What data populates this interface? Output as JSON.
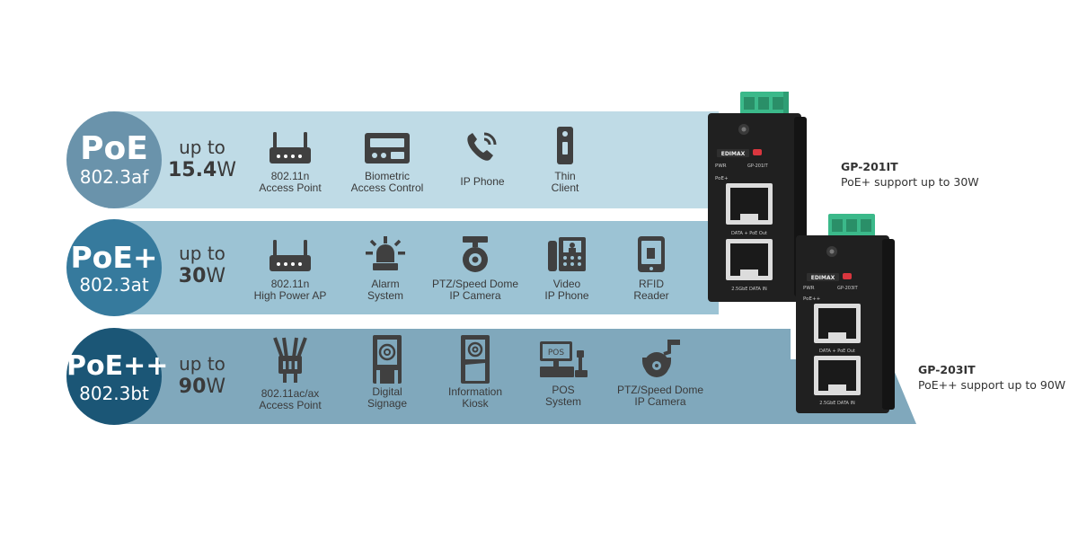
{
  "rows": [
    {
      "standard": "PoE",
      "spec": "802.3af",
      "upto_label": "up to",
      "power_value": "15.4",
      "power_unit": "W",
      "colors": {
        "band": "#bfdbe6",
        "circle": "#6a93ab"
      },
      "devices": [
        {
          "icon": "router-icon",
          "line1": "802.11n",
          "line2": "Access Point"
        },
        {
          "icon": "biometric-icon",
          "line1": "Biometric",
          "line2": "Access Control"
        },
        {
          "icon": "ip-phone-icon",
          "line1": "IP Phone",
          "line2": ""
        },
        {
          "icon": "thin-client-icon",
          "line1": "Thin",
          "line2": "Client"
        }
      ]
    },
    {
      "standard": "PoE+",
      "spec": "802.3at",
      "upto_label": "up to",
      "power_value": "30",
      "power_unit": "W",
      "colors": {
        "band": "#9cc3d4",
        "circle": "#367a9d"
      },
      "devices": [
        {
          "icon": "router-high-power-icon",
          "line1": "802.11n",
          "line2": "High Power AP"
        },
        {
          "icon": "alarm-icon",
          "line1": "Alarm",
          "line2": "System"
        },
        {
          "icon": "speed-dome-camera-icon",
          "line1": "PTZ/Speed Dome",
          "line2": "IP Camera"
        },
        {
          "icon": "video-phone-icon",
          "line1": "Video",
          "line2": "IP Phone"
        },
        {
          "icon": "rfid-reader-icon",
          "line1": "RFID",
          "line2": "Reader"
        }
      ]
    },
    {
      "standard": "PoE++",
      "spec": "802.3bt",
      "upto_label": "up to",
      "power_value": "90",
      "power_unit": "W",
      "colors": {
        "band": "#80a8bc",
        "circle": "#1b5676"
      },
      "devices": [
        {
          "icon": "multi-antenna-ap-icon",
          "line1": "802.11ac/ax",
          "line2": "Access Point"
        },
        {
          "icon": "digital-signage-icon",
          "line1": "Digital",
          "line2": "Signage"
        },
        {
          "icon": "information-kiosk-icon",
          "line1": "Information",
          "line2": "Kiosk"
        },
        {
          "icon": "pos-system-icon",
          "line1": "POS",
          "line2": "System"
        },
        {
          "icon": "ptz-dome-camera-icon",
          "line1": "PTZ/Speed Dome",
          "line2": "IP Camera"
        }
      ]
    }
  ],
  "products": [
    {
      "model": "GP-201IT",
      "tagline": "PoE+ support up to 30W",
      "brand": "EDIMAX",
      "port_label": "DATA + PoE Out",
      "in_label": "2.5GbE DATA IN",
      "led1": "PWR",
      "led2": "PoE+"
    },
    {
      "model": "GP-203IT",
      "tagline": "PoE++ support up to 90W",
      "brand": "EDIMAX",
      "port_label": "DATA + PoE Out",
      "in_label": "2.5GbE DATA IN",
      "led1": "PWR",
      "led2": "PoE++"
    }
  ],
  "colors": {
    "text": "#3a3a3a",
    "icon": "#404040",
    "device_body": "#202020",
    "terminal": "#3bb98a"
  }
}
